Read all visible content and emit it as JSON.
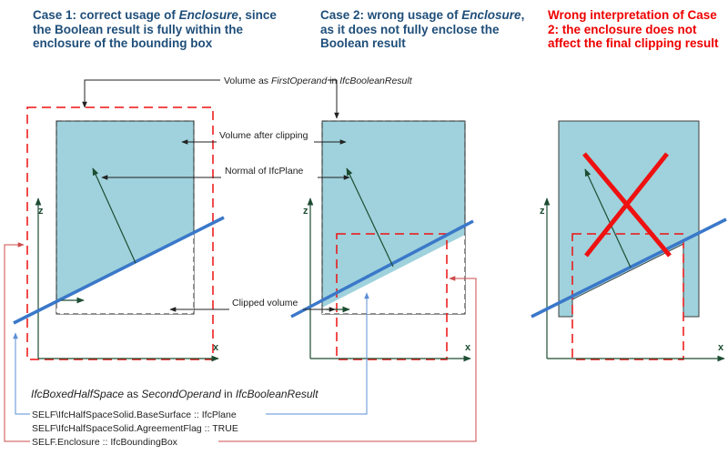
{
  "headings": {
    "case1": {
      "a": "Case 1: correct usage of ",
      "b": "Enclosure",
      "c": ", since the Boolean result is fully within the enclosure of the bounding box"
    },
    "case2": {
      "a": "Case 2: wrong usage of ",
      "b": "Enclosure",
      "c": ", as it does not fully enclose the Boolean result"
    },
    "case3": {
      "a": "Wrong interpretation of Case 2: the enclosure does not affect the final clipping result"
    }
  },
  "labels": {
    "volume_first_operand": {
      "a": "Volume as ",
      "b": "FirstOperand",
      "c": " in ",
      "d": "IfcBooleanResult"
    },
    "volume_after_clipping": "Volume after clipping",
    "normal_of_plane": "Normal of IfcPlane",
    "clipped_volume": "Clipped volume",
    "second_operand": {
      "a": "IfcBoxedHalfSpace",
      "b": " as ",
      "c": "SecondOperand",
      "d": " in ",
      "e": "IfcBooleanResult"
    },
    "base_surface": "SELF\\IfcHalfSpaceSolid.BaseSurface :: IfcPlane",
    "agreement_flag": "SELF\\IfcHalfSpaceSolid.AgreementFlag :: TRUE",
    "enclosure": "SELF.Enclosure :: IfcBoundingBox"
  },
  "axes": {
    "x": "x",
    "z": "z"
  },
  "colors": {
    "heading_blue": "#1f4e79",
    "heading_red": "#ee0000",
    "volume_fill": "#9fd2dc",
    "plane_blue": "#3a78c9",
    "enclosure_red": "#ee1111",
    "leader_red": "#cc4b4b",
    "leader_blue": "#5b8fd6",
    "arrow_green": "#1d4d32"
  }
}
